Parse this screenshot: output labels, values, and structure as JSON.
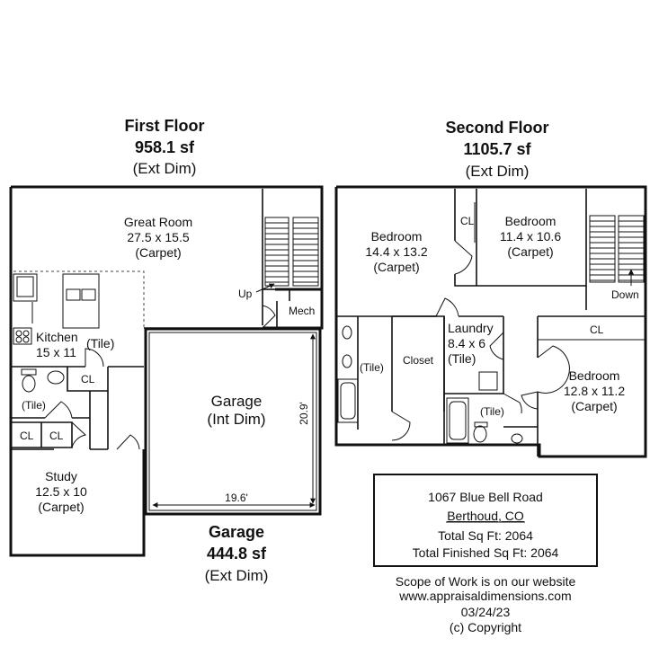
{
  "first_floor": {
    "heading": "First Floor",
    "area": "958.1 sf",
    "note": "(Ext Dim)",
    "rooms": {
      "great_room": {
        "name": "Great Room",
        "dims": "27.5 x 15.5",
        "finish": "(Carpet)"
      },
      "kitchen": {
        "name": "Kitchen",
        "dims": "15 x 11",
        "finish": "(Tile)"
      },
      "bath": {
        "finish": "(Tile)"
      },
      "study": {
        "name": "Study",
        "dims": "12.5 x 10",
        "finish": "(Carpet)"
      },
      "mech": {
        "name": "Mech"
      }
    },
    "closet_labels": [
      "CL",
      "CL",
      "CL"
    ],
    "stair_label": "Up"
  },
  "garage": {
    "heading": "Garage",
    "area": "444.8 sf",
    "note": "(Ext Dim)",
    "name": "Garage",
    "name_note": "(Int Dim)",
    "width_dim": "19.6'",
    "depth_dim": "20.9'"
  },
  "second_floor": {
    "heading": "Second Floor",
    "area": "1105.7 sf",
    "note": "(Ext Dim)",
    "rooms": {
      "bedroom_1": {
        "name": "Bedroom",
        "dims": "14.4 x 13.2",
        "finish": "(Carpet)"
      },
      "bedroom_2": {
        "name": "Bedroom",
        "dims": "11.4 x 10.6",
        "finish": "(Carpet)"
      },
      "laundry": {
        "name": "Laundry",
        "dims": "8.4 x 6",
        "finish": "(Tile)"
      },
      "bedroom_3": {
        "name": "Bedroom",
        "dims": "12.8 x 11.2",
        "finish": "(Carpet)"
      },
      "closet": {
        "name": "Closet"
      },
      "bath_left": {
        "finish": "(Tile)"
      },
      "bath_right": {
        "finish": "(Tile)"
      }
    },
    "closet_labels": [
      "CL",
      "CL"
    ],
    "stair_label": "Down"
  },
  "info_box": {
    "address": "1067 Blue Bell Road",
    "city": "Berthoud, CO",
    "total_sqft": "Total Sq Ft: 2064",
    "total_finished_sqft": "Total Finished Sq Ft: 2064"
  },
  "footer": {
    "scope": "Scope of Work is on our website",
    "website": "www.appraisaldimensions.com",
    "date": "03/24/23",
    "copyright": "(c) Copyright"
  }
}
